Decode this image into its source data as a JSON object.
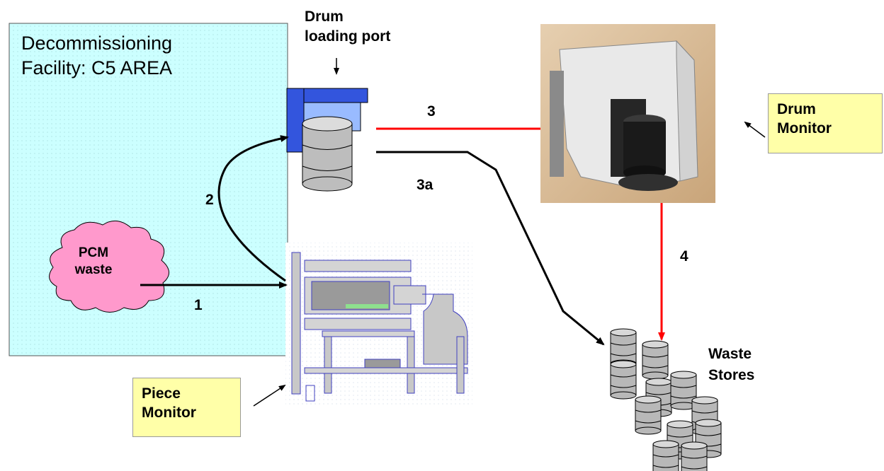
{
  "facility": {
    "line1": "Decommissioning",
    "line2": "Facility: C5 AREA",
    "fill": "#ccffff"
  },
  "port": {
    "line1": "Drum",
    "line2": "loading port"
  },
  "waste_source": {
    "line1": "PCM",
    "line2": "waste",
    "fill": "#ff99cc"
  },
  "steps": {
    "s1": "1",
    "s2": "2",
    "s3": "3",
    "s3a": "3a",
    "s4": "4"
  },
  "drum_monitor": {
    "line1": "Drum",
    "line2": "Monitor"
  },
  "piece_monitor": {
    "line1": "Piece",
    "line2": "Monitor"
  },
  "waste_stores": {
    "line1": "Waste",
    "line2": "Stores"
  },
  "colors": {
    "route_red": "#ff0000",
    "route_black": "#000000",
    "callout_fill": "#ffffa8",
    "drum_grey": "#b8b8b8"
  }
}
